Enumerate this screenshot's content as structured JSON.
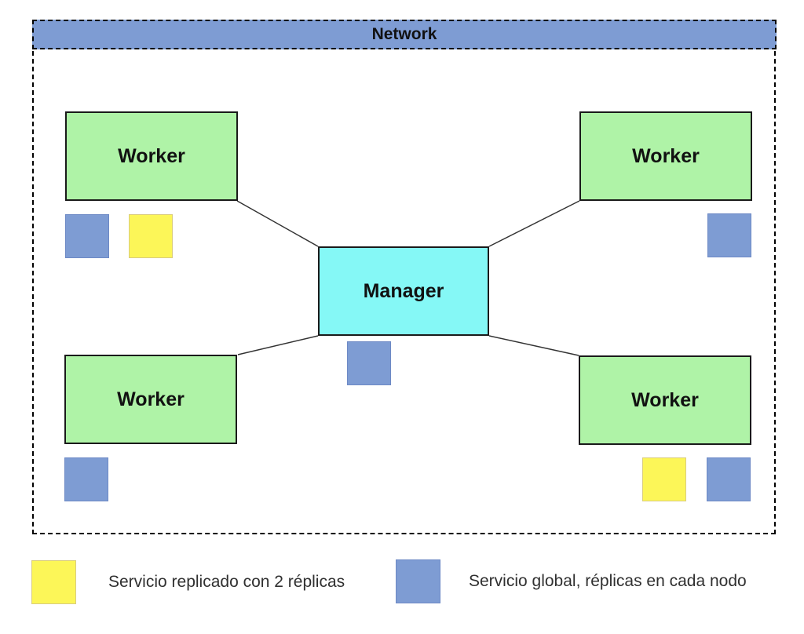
{
  "network": {
    "label": "Network"
  },
  "nodes": {
    "manager": {
      "label": "Manager",
      "services": [
        "global"
      ]
    },
    "workers": [
      {
        "position": "top-left",
        "label": "Worker",
        "services": [
          "global",
          "replicated"
        ]
      },
      {
        "position": "top-right",
        "label": "Worker",
        "services": [
          "global"
        ]
      },
      {
        "position": "bottom-left",
        "label": "Worker",
        "services": [
          "global"
        ]
      },
      {
        "position": "bottom-right",
        "label": "Worker",
        "services": [
          "replicated",
          "global"
        ]
      }
    ]
  },
  "connections": [
    {
      "from": "worker-top-left",
      "to": "manager"
    },
    {
      "from": "worker-top-right",
      "to": "manager"
    },
    {
      "from": "worker-bottom-left",
      "to": "manager"
    },
    {
      "from": "worker-bottom-right",
      "to": "manager"
    }
  ],
  "legend": [
    {
      "swatch": "yellow",
      "color": "#fcf658",
      "label": "Servicio replicado con 2 réplicas"
    },
    {
      "swatch": "blue",
      "color": "#7e9cd3",
      "label": "Servicio global, réplicas en cada nodo"
    }
  ],
  "colors": {
    "worker_fill": "#aff3a7",
    "manager_fill": "#85f8f6",
    "network_banner_fill": "#7e9cd3",
    "global_service_fill": "#7e9cd3",
    "replicated_service_fill": "#fcf658",
    "node_border": "#1a1a1a",
    "connector_line": "#333333"
  }
}
